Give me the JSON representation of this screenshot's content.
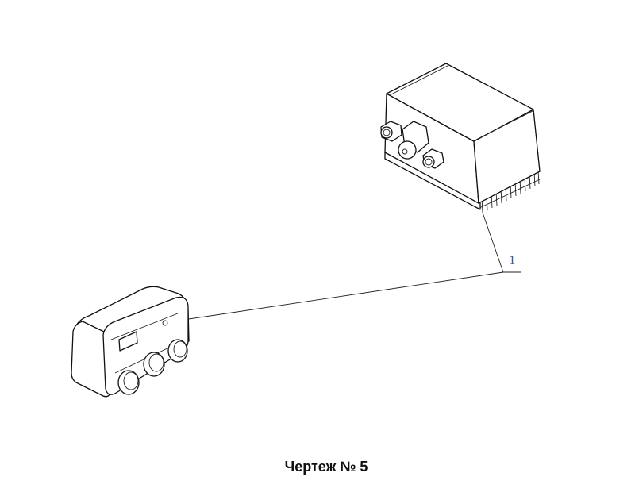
{
  "drawing": {
    "callout_number": "1",
    "caption": "Чертеж № 5",
    "parts": [
      "heatsink-control-unit",
      "control-panel"
    ],
    "callout_color": "#3b5c9c"
  }
}
